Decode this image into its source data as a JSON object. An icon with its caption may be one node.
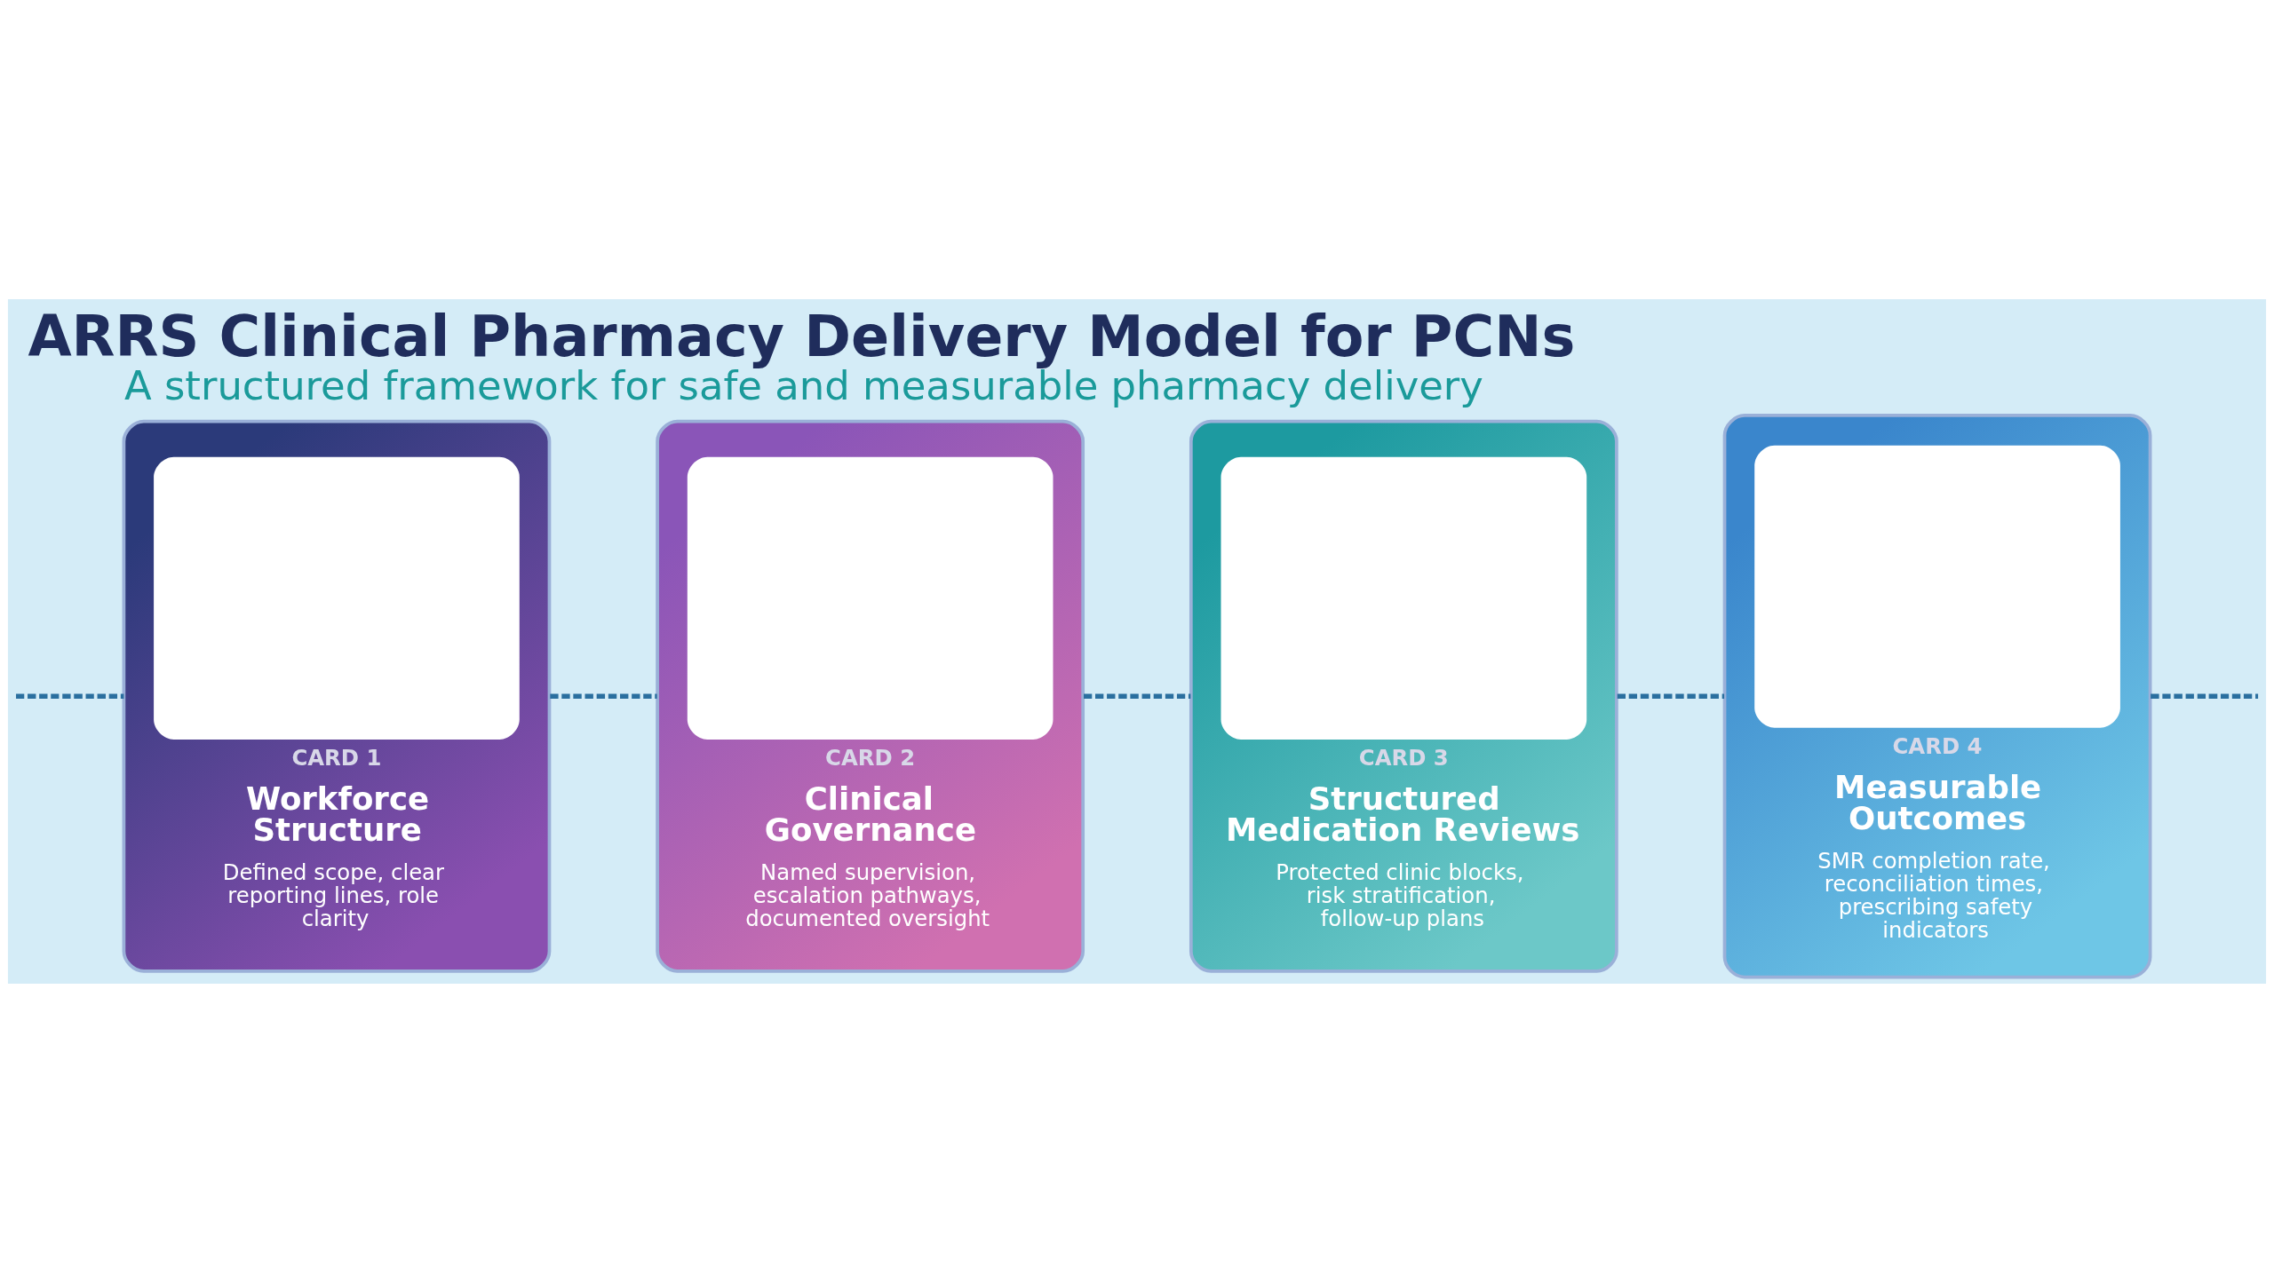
{
  "diagram": {
    "title": "ARRS Clinical Pharmacy Delivery Model for PCNs",
    "caption": "A structured framework for safe and measurable pharmacy delivery",
    "nodes": [
      {
        "text": [
          "CARD 1",
          "Workforce Structure",
          "Defined scope, clear reporting lines, role clarity"
        ]
      },
      {
        "text": [
          "CARD 2",
          "Clinical Governance",
          "Named supervision, escalation pathways, documented oversight"
        ]
      },
      {
        "text": [
          "CARD 3",
          "Structured Medication Reviews",
          "Protected clinic blocks, risk stratification, follow-up plans"
        ]
      },
      {
        "text": [
          "CARD 4",
          "Measurable Outcomes",
          "SMR completion rate, reconciliation times, prescribing safety indicators"
        ]
      }
    ],
    "edges": [
      {
        "from": null,
        "to": 0,
        "arrow": "none",
        "style": "dashed"
      },
      {
        "from": 0,
        "to": 1,
        "arrow": "none",
        "style": "dashed"
      },
      {
        "from": 1,
        "to": 2,
        "arrow": "none",
        "style": "dashed"
      },
      {
        "from": 2,
        "to": 3,
        "arrow": "none",
        "style": "dashed"
      },
      {
        "from": 3,
        "to": null,
        "arrow": "none",
        "style": "dashed"
      }
    ]
  }
}
